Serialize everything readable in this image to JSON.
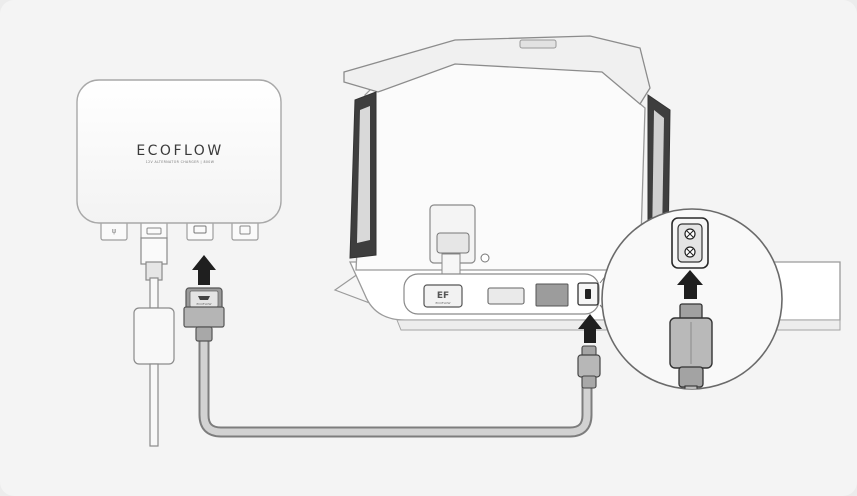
{
  "brand": {
    "name": "ECOFLOW",
    "tagline": "12V ALTERNATOR CHARGER | 800W"
  },
  "device_labels": {
    "badge": "EF",
    "badge_sub": "ECOFLOW"
  }
}
